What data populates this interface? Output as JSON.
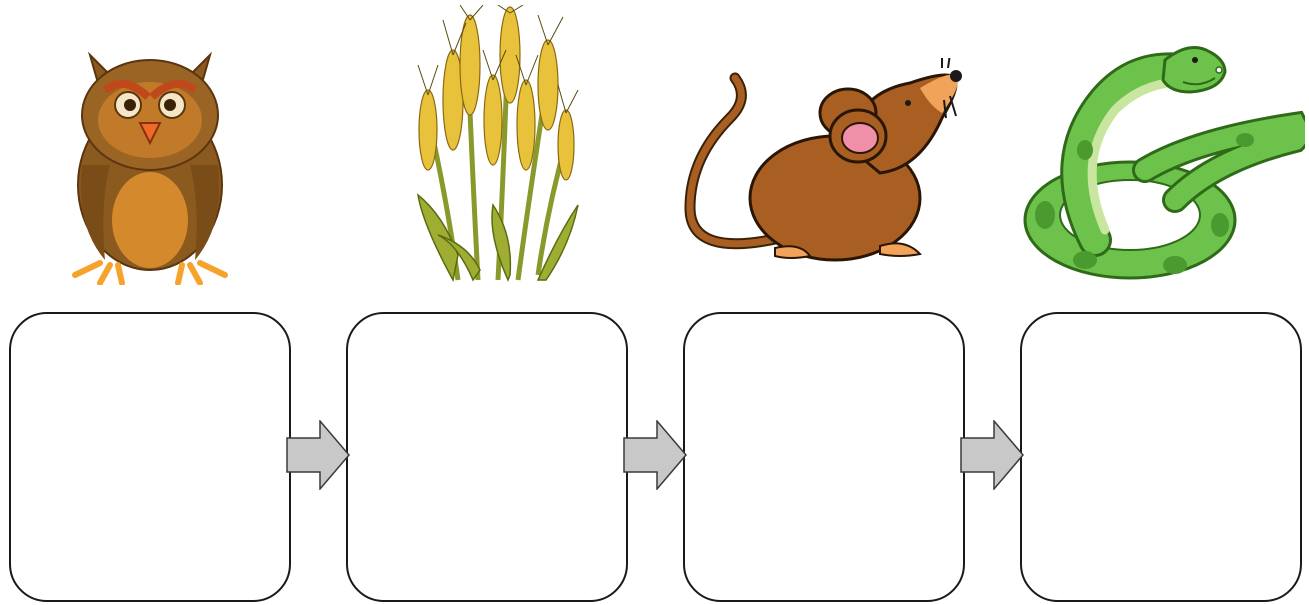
{
  "pictures": [
    {
      "id": "owl",
      "icon": "owl-icon"
    },
    {
      "id": "wheat",
      "icon": "wheat-icon"
    },
    {
      "id": "mouse",
      "icon": "mouse-icon"
    },
    {
      "id": "snake",
      "icon": "snake-icon"
    }
  ],
  "answer_boxes": [
    {
      "value": ""
    },
    {
      "value": ""
    },
    {
      "value": ""
    },
    {
      "value": ""
    }
  ],
  "colors": {
    "owl_body": "#8b5a1e",
    "owl_belly": "#d48a2c",
    "wheat_grain": "#e8c23a",
    "wheat_stalk": "#8a9a2a",
    "mouse_body": "#a95f22",
    "mouse_ear_inner": "#f08fa8",
    "snake_body": "#6cc24a",
    "snake_belly": "#c8e6a0",
    "arrow_fill": "#c8c8c8",
    "box_border": "#1a1a1a"
  }
}
